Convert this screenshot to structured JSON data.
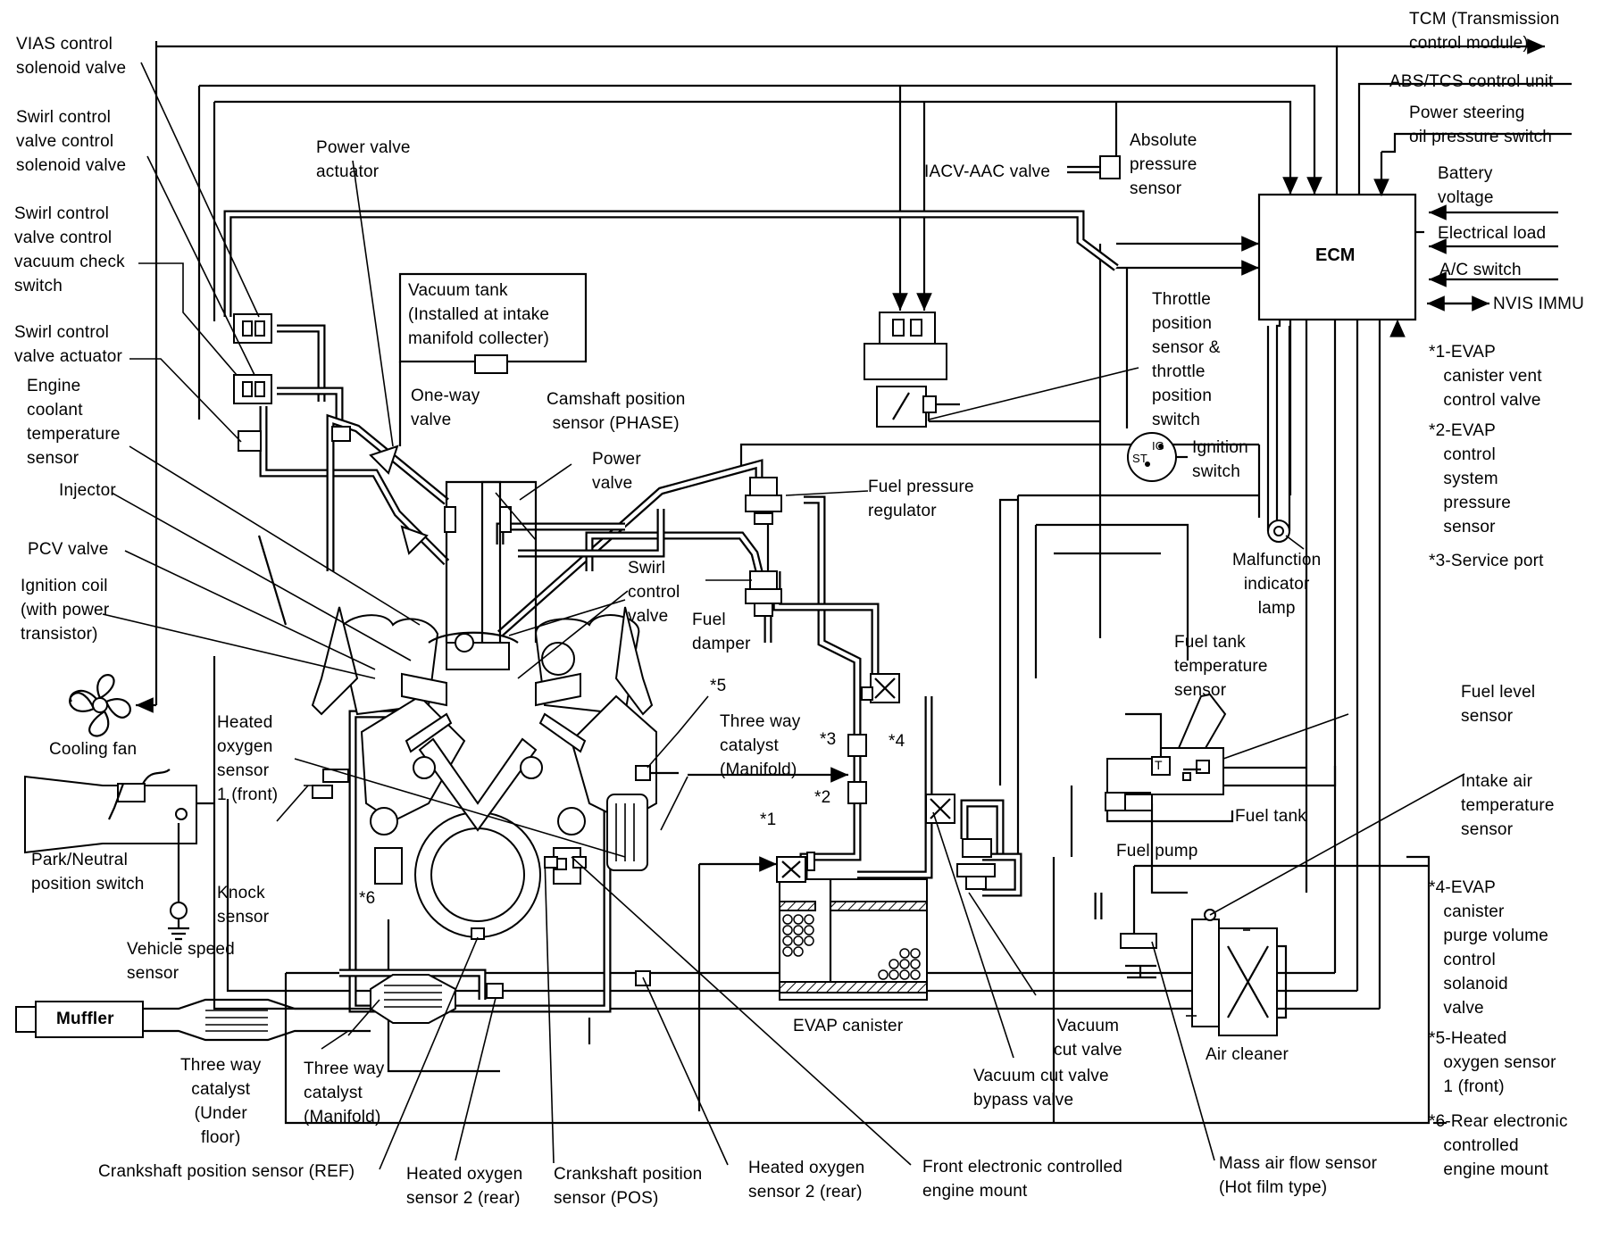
{
  "outputs": {
    "tcm": "TCM (Transmission\ncontrol module)",
    "abs": "ABS/TCS control unit",
    "power_steering": "Power steering\noil pressure switch"
  },
  "ecm": {
    "label": "ECM",
    "inputs": {
      "battery": "Battery\nvoltage",
      "electrical_load": "Electrical load",
      "ac_switch": "A/C switch",
      "nvis": "NVIS IMMU"
    }
  },
  "legend": {
    "n1": "*1-EVAP\n   canister vent\n   control valve",
    "n2": "*2-EVAP\n   control\n   system\n   pressure\n   sensor",
    "n3": "*3-Service port",
    "n4": "*4-EVAP\n   canister\n   purge volume\n   control\n   solanoid\n   valve",
    "n5": "*5-Heated\n   oxygen sensor\n   1 (front)",
    "n6": "*6-Rear electronic\n   controlled\n   engine mount"
  },
  "labels": {
    "vias": "VIAS control\nsolenoid valve",
    "swirl_solenoid": "Swirl control\nvalve control\nsolenoid valve",
    "swirl_vacuum_check": "Swirl control\nvalve control\nvacuum check\nswitch",
    "swirl_actuator": "Swirl control\nvalve actuator",
    "coolant_temp": "Engine\ncoolant\ntemperature\nsensor",
    "injector": "Injector",
    "pcv": "PCV valve",
    "ignition_coil": "Ignition coil\n(with power\ntransistor)",
    "cooling_fan": "Cooling fan",
    "park_neutral": "Park/Neutral\nposition switch",
    "vehicle_speed": "Vehicle speed\nsensor",
    "muffler": "Muffler",
    "twc_under": "Three way\ncatalyst\n(Under\nfloor)",
    "twc_manifold_left": "Three way\ncatalyst\n(Manifold)",
    "crank_ref": "Crankshaft position sensor (REF)",
    "ho2s2_left": "Heated oxygen\nsensor 2 (rear)",
    "crank_pos": "Crankshaft position\nsensor (POS)",
    "ho2s2_right": "Heated oxygen\nsensor 2 (rear)",
    "front_mount": "Front electronic controlled\nengine mount",
    "maf": "Mass air flow sensor\n(Hot film type)",
    "power_valve_actuator": "Power valve\nactuator",
    "vacuum_tank": "Vacuum tank\n(Installed at intake\nmanifold collecter)",
    "one_way_valve": "One-way\nvalve",
    "camshaft": "Camshaft position\nsensor (PHASE)",
    "power_valve": "Power\nvalve",
    "swirl_valve": "Swirl\ncontrol\nvalve",
    "fuel_damper": "Fuel\ndamper",
    "iacv": "IACV-AAC valve",
    "absolute_pressure": "Absolute\npressure\nsensor",
    "fuel_pressure_regulator": "Fuel pressure\nregulator",
    "throttle": "Throttle\nposition\nsensor &\nthrottle\nposition\nswitch",
    "ignition_switch": "Ignition\nswitch",
    "mil": "Malfunction\nindicator\nlamp",
    "fuel_tank_temp": "Fuel tank\ntemperature\nsensor",
    "fuel_level": "Fuel level\nsensor",
    "intake_air_temp": "Intake air\ntemperature\nsensor",
    "fuel_tank": "Fuel tank",
    "fuel_pump": "Fuel pump",
    "air_cleaner": "Air cleaner",
    "vacuum_cut": "Vacuum\ncut valve",
    "vacuum_cut_bypass": "Vacuum cut valve\nbypass valve",
    "evap_canister": "EVAP canister",
    "heated_o2_front": "Heated\noxygen\nsensor\n1 (front)",
    "knock": "Knock\nsensor",
    "twc_manifold_right": "Three way\ncatalyst\n(Manifold)",
    "mark1": "*1",
    "mark2": "*2",
    "mark3": "*3",
    "mark4": "*4",
    "mark5": "*5",
    "mark6": "*6",
    "ig": "IG",
    "st": "ST",
    "t": "T"
  }
}
